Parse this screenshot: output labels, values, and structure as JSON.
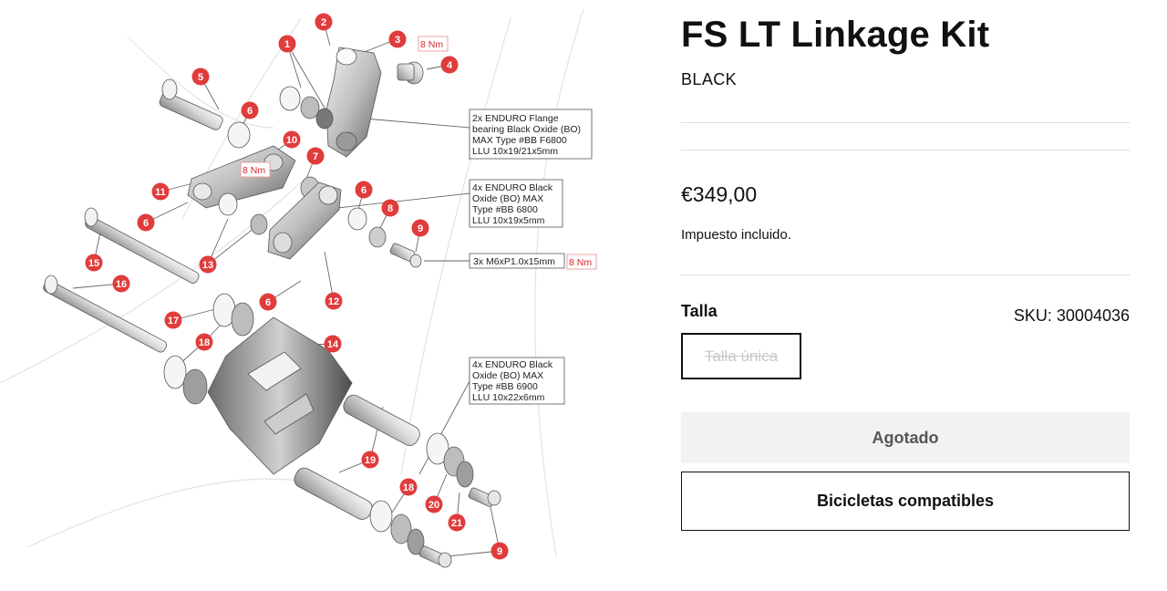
{
  "product": {
    "title": "FS LT Linkage Kit",
    "variant": "BLACK",
    "price": "€349,00",
    "tax_note": "Impuesto incluido.",
    "size_label": "Talla",
    "sku_label": "SKU:",
    "sku_value": "30004036",
    "size_option": "Talla única",
    "soldout_label": "Agotado",
    "compatible_label": "Bicicletas compatibles"
  },
  "diagram": {
    "callouts": [
      "1",
      "2",
      "3",
      "4",
      "5",
      "6",
      "6",
      "6",
      "6",
      "7",
      "8",
      "9",
      "9",
      "10",
      "11",
      "12",
      "13",
      "14",
      "15",
      "16",
      "17",
      "18",
      "18",
      "19",
      "20",
      "21"
    ],
    "torque": "8 Nm",
    "notes": {
      "note1": [
        "2x ENDURO Flange",
        "bearing Black Oxide (BO)",
        "MAX Type #BB F6800",
        "LLU 10x19/21x5mm"
      ],
      "note2": [
        "4x ENDURO Black",
        "Oxide (BO) MAX",
        "Type #BB 6800",
        "LLU 10x19x5mm"
      ],
      "note3": "3x M6xP1.0x15mm",
      "note4": [
        "4x ENDURO Black",
        "Oxide (BO) MAX",
        "Type #BB 6900",
        "LLU 10x22x6mm"
      ]
    },
    "colors": {
      "callout": "#e03c3c",
      "torque": "#d62828",
      "line": "#666666"
    }
  }
}
